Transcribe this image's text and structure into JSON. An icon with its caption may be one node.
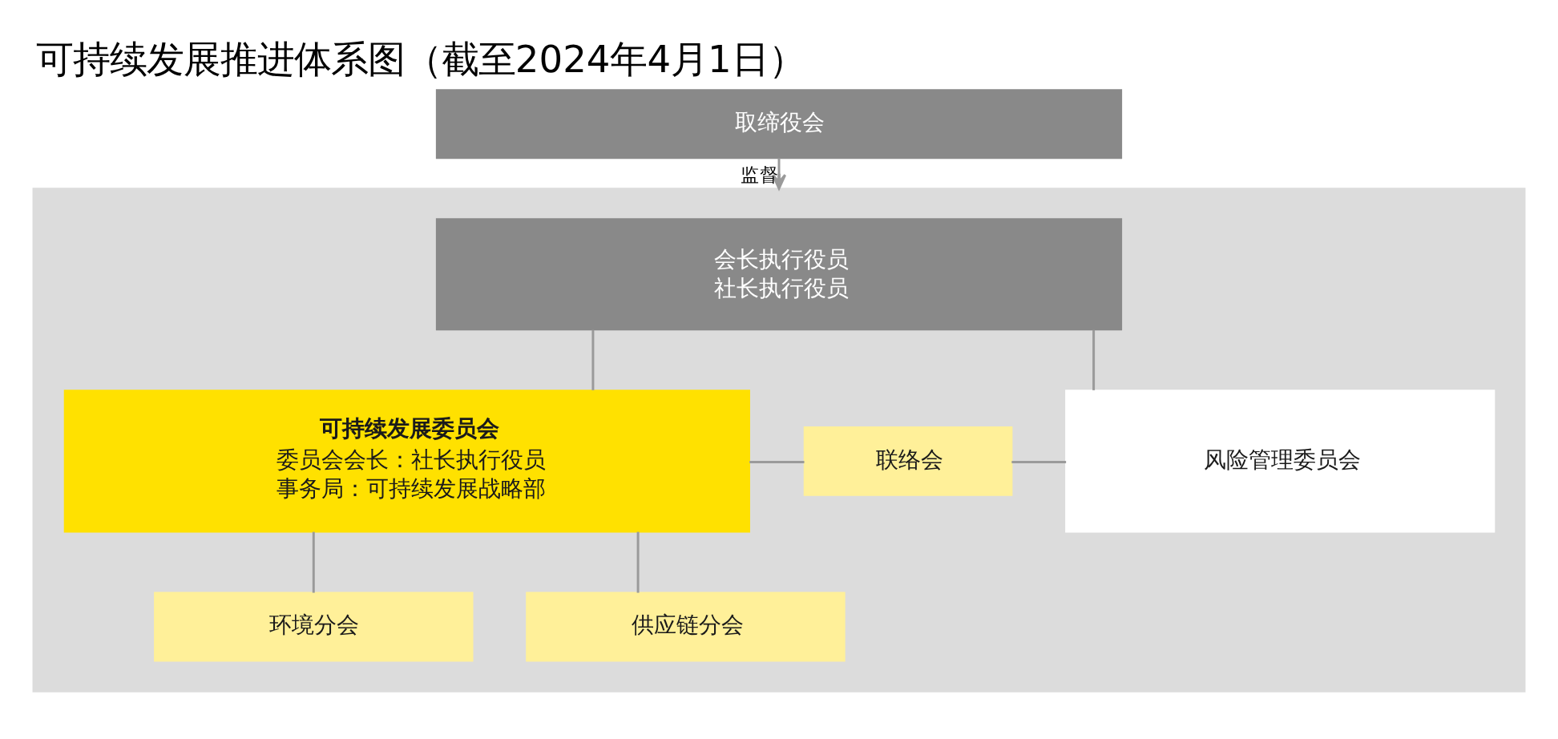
{
  "diagram": {
    "title": "可持续发展推进体系图（截至2024年4月1日）",
    "nodes": [
      {
        "text": [
          "取缔役会"
        ]
      },
      {
        "text": [],
        "shape": "box"
      },
      {
        "text": [
          "会长执行役员",
          "社长执行役员"
        ],
        "in": 1
      },
      {
        "text": [
          "可持续发展委员会",
          "委员会会长：社长执行役员",
          "事务局：可持续发展战略部"
        ],
        "in": 1
      },
      {
        "text": [
          "联络会"
        ],
        "in": 1
      },
      {
        "text": [
          "风险管理委员会"
        ],
        "in": 1
      },
      {
        "text": [
          "环境分会"
        ],
        "in": 1
      },
      {
        "text": [
          "供应链分会"
        ],
        "in": 1
      }
    ],
    "edges": [
      {
        "from": 0,
        "to": 1,
        "arrow": "to",
        "label": "监督"
      },
      {
        "from": 2,
        "to": 3,
        "arrow": "none"
      },
      {
        "from": 2,
        "to": 5,
        "arrow": "none"
      },
      {
        "from": 3,
        "to": 4,
        "arrow": "none"
      },
      {
        "from": 4,
        "to": 5,
        "arrow": "none"
      },
      {
        "from": 3,
        "to": 6,
        "arrow": "none"
      },
      {
        "from": 3,
        "to": 7,
        "arrow": "none"
      }
    ]
  }
}
